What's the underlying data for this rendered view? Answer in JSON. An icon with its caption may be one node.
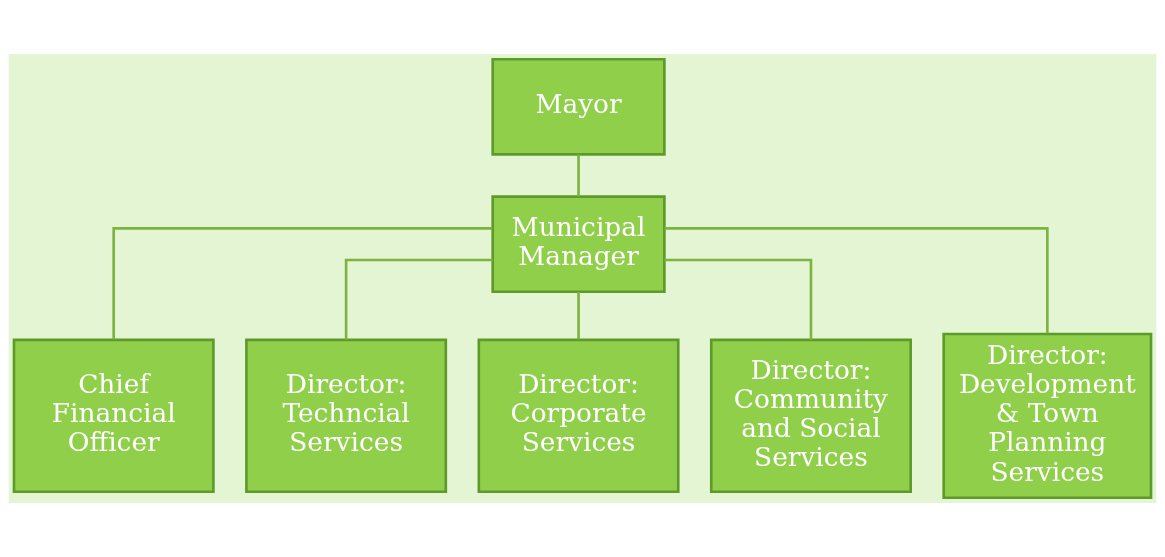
{
  "diagram": {
    "nodes": [
      {
        "text": [
          "Mayor"
        ]
      },
      {
        "text": [
          "Municipal Manager"
        ]
      },
      {
        "text": [
          "Chief Financial Officer"
        ]
      },
      {
        "text": [
          "Director: Techncial Services"
        ]
      },
      {
        "text": [
          "Director: Corporate Services"
        ]
      },
      {
        "text": [
          "Director: Community and Social Services"
        ]
      },
      {
        "text": [
          "Director: Development & Town Planning Services"
        ]
      }
    ],
    "edges": [
      {
        "from": 0,
        "to": 1,
        "arrow": "none"
      },
      {
        "from": 1,
        "to": 2,
        "arrow": "none"
      },
      {
        "from": 1,
        "to": 3,
        "arrow": "none"
      },
      {
        "from": 1,
        "to": 4,
        "arrow": "none"
      },
      {
        "from": 1,
        "to": 5,
        "arrow": "none"
      },
      {
        "from": 1,
        "to": 6,
        "arrow": "none"
      }
    ]
  }
}
